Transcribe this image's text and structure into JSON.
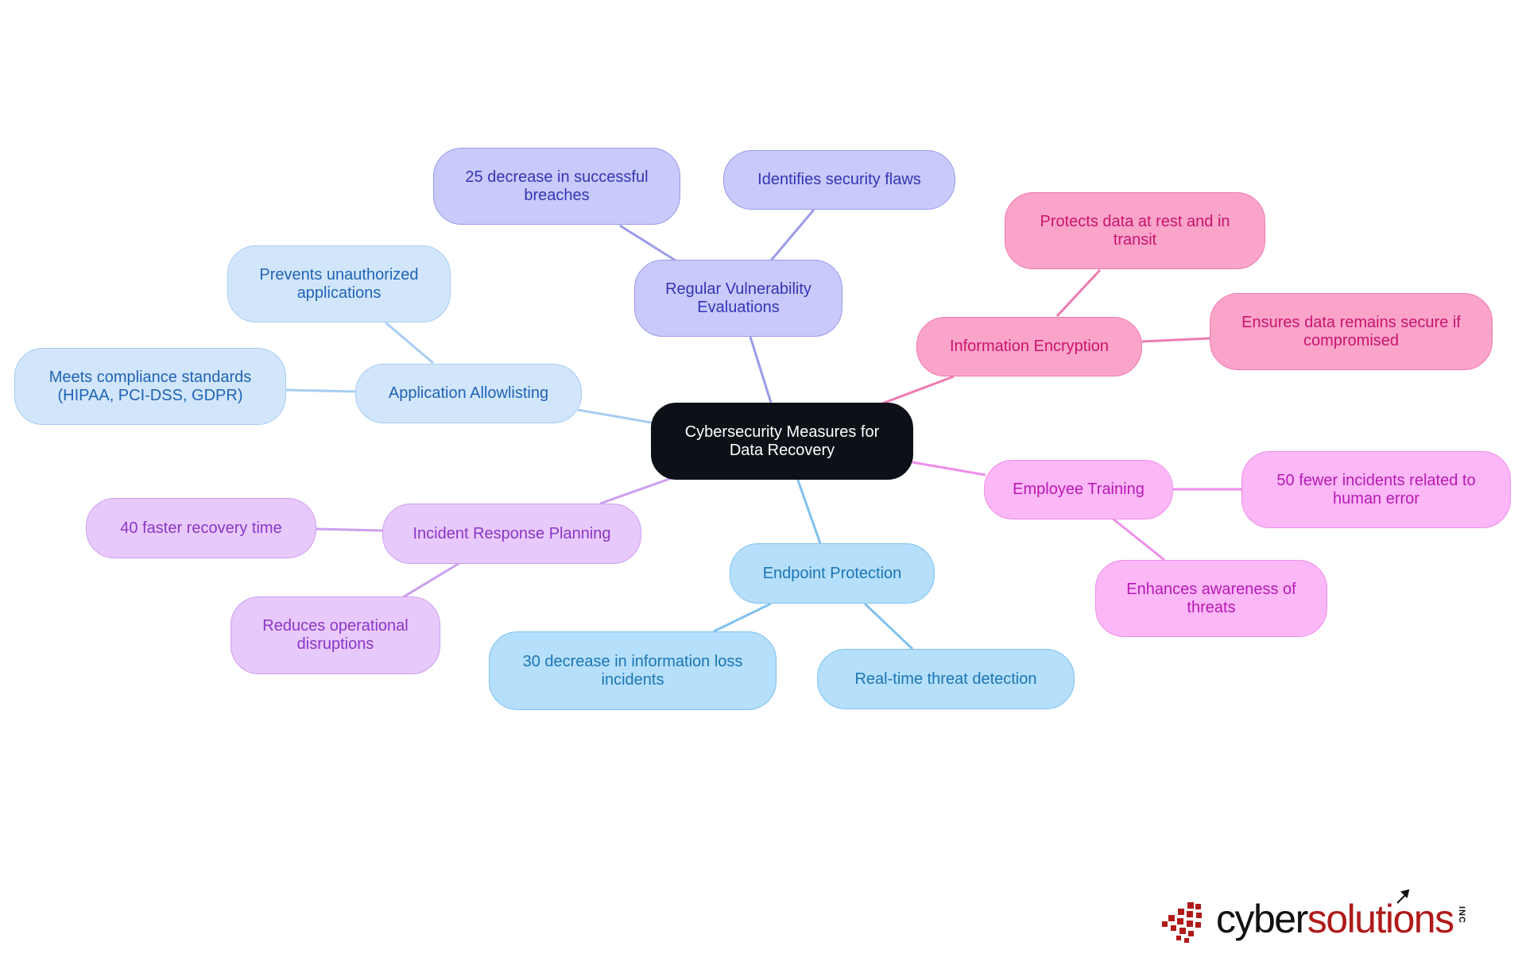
{
  "diagram": {
    "root": "Cybersecurity Measures for Data Recovery",
    "branches": [
      {
        "id": "allow",
        "label": "Application Allowlisting",
        "children": [
          "Prevents unauthorized applications",
          "Meets compliance standards (HIPAA, PCI-DSS, GDPR)"
        ]
      },
      {
        "id": "vuln",
        "label": "Regular Vulnerability Evaluations",
        "children": [
          "25 decrease in successful breaches",
          "Identifies security flaws"
        ]
      },
      {
        "id": "enc",
        "label": "Information Encryption",
        "children": [
          "Protects data at rest and in transit",
          "Ensures data remains secure if compromised"
        ]
      },
      {
        "id": "train",
        "label": "Employee Training",
        "children": [
          "50 fewer incidents related to human error",
          "Enhances awareness of threats"
        ]
      },
      {
        "id": "end",
        "label": "Endpoint Protection",
        "children": [
          "30 decrease in information loss incidents",
          "Real-time threat detection"
        ]
      },
      {
        "id": "inc",
        "label": "Incident Response Planning",
        "children": [
          "40 faster recovery time",
          "Reduces operational disruptions"
        ]
      }
    ],
    "colors": {
      "allow": "#a7cdf2",
      "vuln": "#9c9ce9",
      "enc": "#ef7bb0",
      "train": "#ef8eea",
      "end": "#7fc2ee",
      "inc": "#cc9ff0"
    }
  },
  "logo": {
    "brand_part1": "cyber",
    "brand_part2": "solutions",
    "suffix": "INC",
    "mark_color": "#b01a1a"
  }
}
